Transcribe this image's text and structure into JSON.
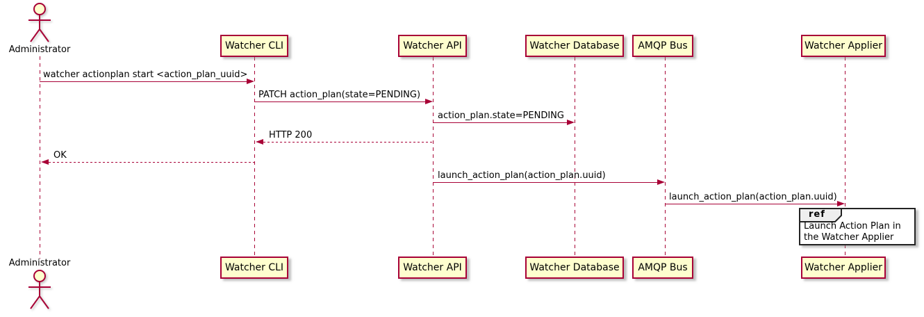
{
  "diagram": {
    "kind": "uml-sequence-diagram",
    "colors": {
      "participant_fill": "#FEFECE",
      "participant_border": "#A80036",
      "line_color": "#A80036",
      "text_color": "#000000",
      "ref_border": "#232323",
      "ref_header_fill": "#EEEEEE"
    }
  },
  "actors": {
    "administrator": {
      "label": "Administrator"
    }
  },
  "participants": [
    {
      "label": "Watcher CLI"
    },
    {
      "label": "Watcher API"
    },
    {
      "label": "Watcher Database"
    },
    {
      "label": "AMQP Bus"
    },
    {
      "label": "Watcher Applier"
    }
  ],
  "messages": [
    {
      "text": "watcher actionplan start <action_plan_uuid>",
      "from": "Administrator",
      "to": "Watcher CLI",
      "style": "solid",
      "direction": "right"
    },
    {
      "text": "PATCH action_plan(state=PENDING)",
      "from": "Watcher CLI",
      "to": "Watcher API",
      "style": "solid",
      "direction": "right"
    },
    {
      "text": "action_plan.state=PENDING",
      "from": "Watcher API",
      "to": "Watcher Database",
      "style": "solid",
      "direction": "right"
    },
    {
      "text": "HTTP 200",
      "from": "Watcher API",
      "to": "Watcher CLI",
      "style": "dashed",
      "direction": "left"
    },
    {
      "text": "OK",
      "from": "Watcher CLI",
      "to": "Administrator",
      "style": "dashed",
      "direction": "left"
    },
    {
      "text": "launch_action_plan(action_plan.uuid)",
      "from": "Watcher API",
      "to": "AMQP Bus",
      "style": "solid",
      "direction": "right"
    },
    {
      "text": "launch_action_plan(action_plan.uuid)",
      "from": "AMQP Bus",
      "to": "Watcher Applier",
      "style": "solid",
      "direction": "right"
    }
  ],
  "ref_fragment": {
    "keyword": "ref",
    "text": "Launch Action Plan in the Watcher Applier",
    "over": "Watcher Applier"
  }
}
